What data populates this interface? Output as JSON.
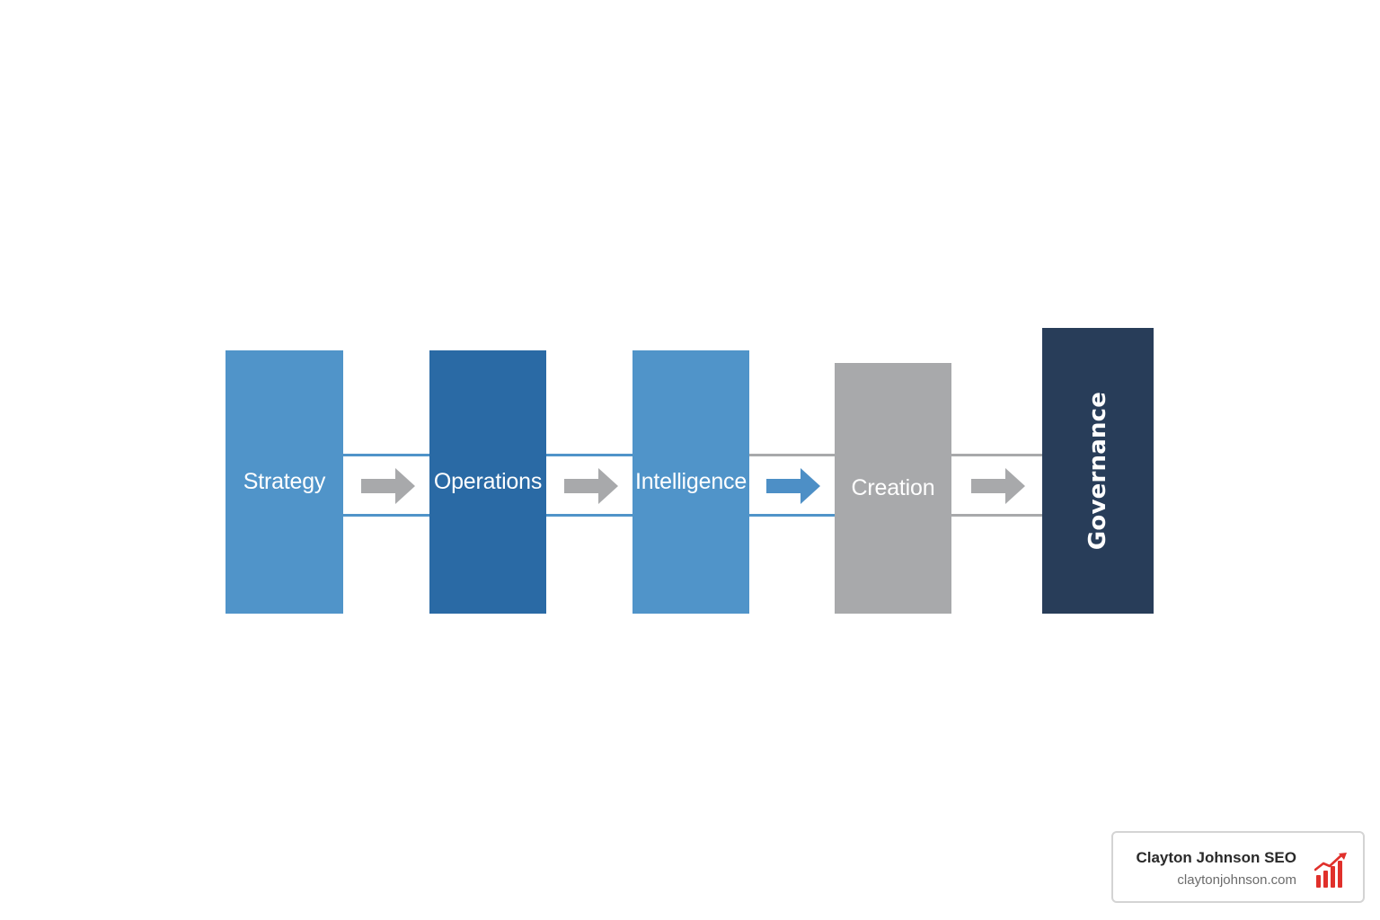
{
  "blocks": [
    {
      "id": "strategy",
      "label": "Strategy",
      "color": "#5094c9"
    },
    {
      "id": "operations",
      "label": "Operations",
      "color": "#2a6aa5"
    },
    {
      "id": "intelligence",
      "label": "Intelligence",
      "color": "#5094c9"
    },
    {
      "id": "creation",
      "label": "Creation",
      "color": "#a8a9ab"
    },
    {
      "id": "governance",
      "label": "Governance",
      "color": "#283d59"
    }
  ],
  "arrow_colors": [
    "#a8a9ab",
    "#a8a9ab",
    "#4d8fc6",
    "#a8a9ab"
  ],
  "line_colors": {
    "blue": "#5094c9",
    "gray": "#a8a9ab"
  },
  "brand": {
    "name": "Clayton Johnson SEO",
    "url": "claytonjohnson.com",
    "logo_icon": "bar-chart-growth-icon",
    "logo_color": "#e0302b"
  }
}
